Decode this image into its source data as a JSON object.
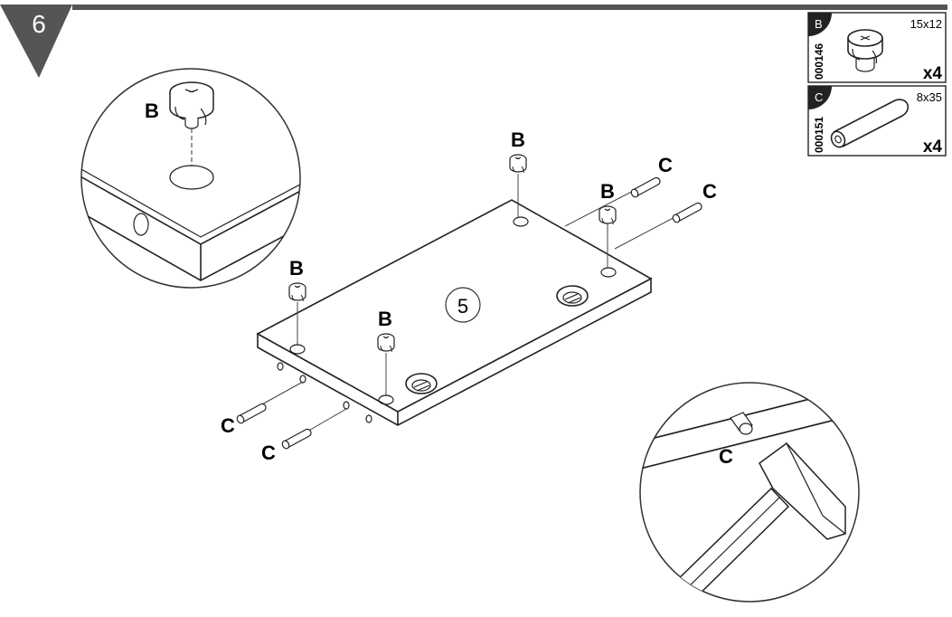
{
  "step": {
    "number": "6"
  },
  "panel_label": "5",
  "parts": [
    {
      "letter": "B",
      "code": "000146",
      "size": "15x12",
      "qty": "x4"
    },
    {
      "letter": "C",
      "code": "000151",
      "size": "8x35",
      "qty": "x4"
    }
  ],
  "callouts": {
    "b": "B",
    "c": "C"
  }
}
